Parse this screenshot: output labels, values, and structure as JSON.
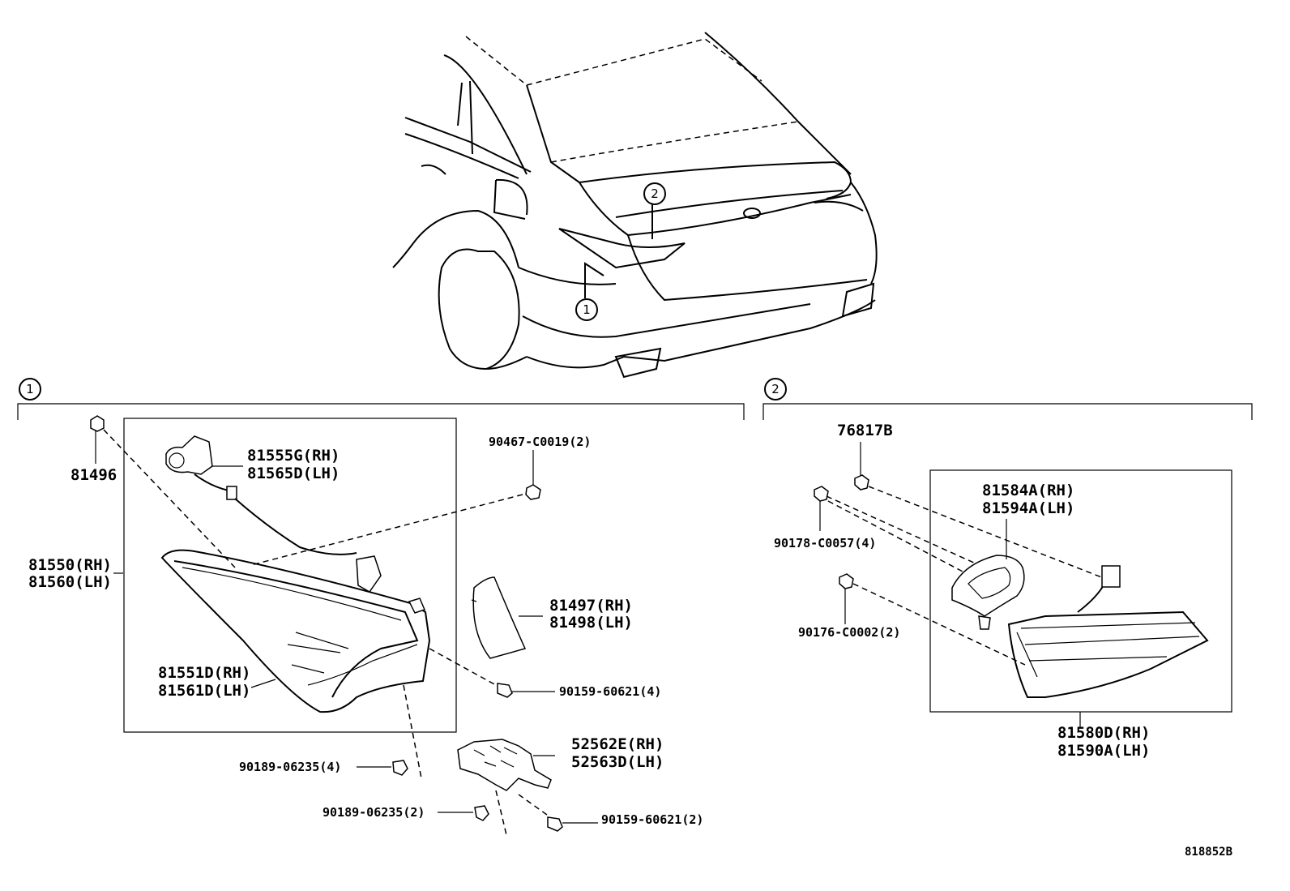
{
  "diagram_id": "818852B",
  "callouts": {
    "one": "1",
    "two": "2"
  },
  "group1": {
    "p81496": "81496",
    "p81555": {
      "rh": "81555G(RH)",
      "lh": "81565D(LH)"
    },
    "p81550": {
      "rh": "81550(RH)",
      "lh": "81560(LH)"
    },
    "p81551": {
      "rh": "81551D(RH)",
      "lh": "81561D(LH)"
    },
    "p90467": "90467-C0019(2)",
    "p81497": {
      "rh": "81497(RH)",
      "lh": "81498(LH)"
    },
    "p90159a": "90159-60621(4)",
    "p52562": {
      "rh": "52562E(RH)",
      "lh": "52563D(LH)"
    },
    "p90189a": "90189-06235(4)",
    "p90189b": "90189-06235(2)",
    "p90159b": "90159-60621(2)"
  },
  "group2": {
    "p76817": "76817B",
    "p90178": "90178-C0057(4)",
    "p81584": {
      "rh": "81584A(RH)",
      "lh": "81594A(LH)"
    },
    "p90176": "90176-C0002(2)",
    "p81580": {
      "rh": "81580D(RH)",
      "lh": "81590A(LH)"
    }
  }
}
